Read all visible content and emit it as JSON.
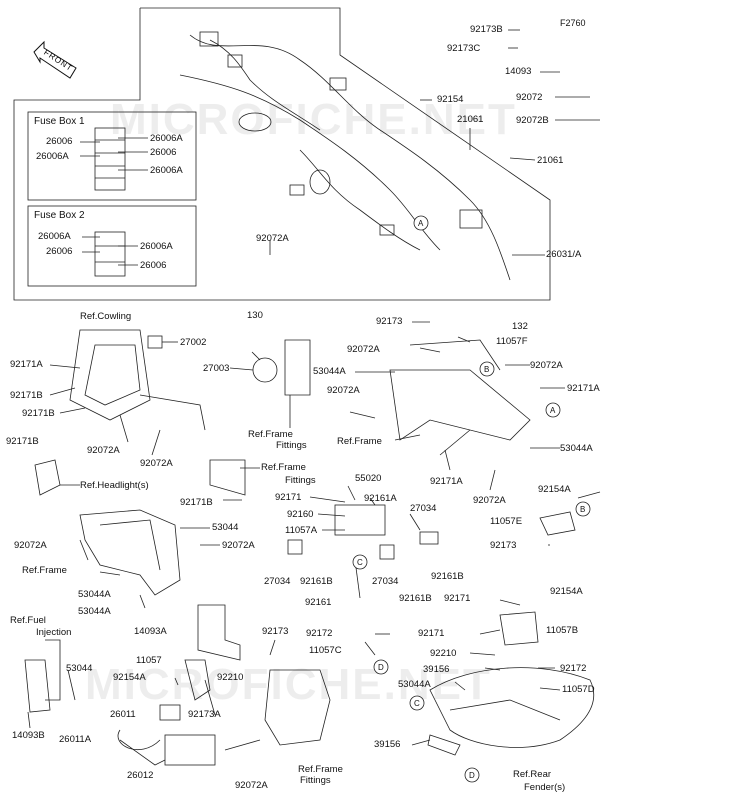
{
  "figure_code": "F2760",
  "front_label": "FRONT",
  "watermark": "MICROFICHE.NET",
  "fuse_box_1": {
    "title": "Fuse Box 1",
    "labels": [
      "26006",
      "26006A",
      "26006A",
      "26006",
      "26006A"
    ]
  },
  "fuse_box_2": {
    "title": "Fuse Box 2",
    "labels": [
      "26006A",
      "26006",
      "26006A",
      "26006"
    ]
  },
  "parts": [
    {
      "id": "p1",
      "text": "92173B"
    },
    {
      "id": "p2",
      "text": "92173C"
    },
    {
      "id": "p3",
      "text": "14093"
    },
    {
      "id": "p4",
      "text": "92072"
    },
    {
      "id": "p5",
      "text": "92072B"
    },
    {
      "id": "p6",
      "text": "92154"
    },
    {
      "id": "p7",
      "text": "21061"
    },
    {
      "id": "p8",
      "text": "21061"
    },
    {
      "id": "p9",
      "text": "92072A"
    },
    {
      "id": "p10",
      "text": "26031/A"
    },
    {
      "id": "p11",
      "text": "Ref.Cowling"
    },
    {
      "id": "p12",
      "text": "27002"
    },
    {
      "id": "p13",
      "text": "92171A"
    },
    {
      "id": "p14",
      "text": "92171B"
    },
    {
      "id": "p15",
      "text": "92171B"
    },
    {
      "id": "p16",
      "text": "92171B"
    },
    {
      "id": "p17",
      "text": "92072A"
    },
    {
      "id": "p18",
      "text": "92072A"
    },
    {
      "id": "p19",
      "text": "Ref.Headlight(s)"
    },
    {
      "id": "p20",
      "text": "130"
    },
    {
      "id": "p21",
      "text": "27003"
    },
    {
      "id": "p22",
      "text": "Ref.Frame"
    },
    {
      "id": "p23",
      "text": "Fittings"
    },
    {
      "id": "p24",
      "text": "92173"
    },
    {
      "id": "p25",
      "text": "132"
    },
    {
      "id": "p26",
      "text": "11057F"
    },
    {
      "id": "p27",
      "text": "92072A"
    },
    {
      "id": "p28",
      "text": "92072A"
    },
    {
      "id": "p29",
      "text": "53044A"
    },
    {
      "id": "p30",
      "text": "92171A"
    },
    {
      "id": "p31",
      "text": "92072A"
    },
    {
      "id": "p32",
      "text": "Ref.Frame"
    },
    {
      "id": "p33",
      "text": "53044A"
    },
    {
      "id": "p34",
      "text": "92171A"
    },
    {
      "id": "p35",
      "text": "92072A"
    },
    {
      "id": "p36",
      "text": "Ref.Frame"
    },
    {
      "id": "p37",
      "text": "Fittings"
    },
    {
      "id": "p38",
      "text": "92171B"
    },
    {
      "id": "p39",
      "text": "55020"
    },
    {
      "id": "p40",
      "text": "92171"
    },
    {
      "id": "p41",
      "text": "92161A"
    },
    {
      "id": "p42",
      "text": "27034"
    },
    {
      "id": "p43",
      "text": "92160"
    },
    {
      "id": "p44",
      "text": "11057A"
    },
    {
      "id": "p45",
      "text": "92154A"
    },
    {
      "id": "p46",
      "text": "11057E"
    },
    {
      "id": "p47",
      "text": "92173"
    },
    {
      "id": "p48",
      "text": "53044"
    },
    {
      "id": "p49",
      "text": "92072A"
    },
    {
      "id": "p50",
      "text": "92072A"
    },
    {
      "id": "p51",
      "text": "Ref.Frame"
    },
    {
      "id": "p52",
      "text": "27034"
    },
    {
      "id": "p53",
      "text": "92161B"
    },
    {
      "id": "p54",
      "text": "27034"
    },
    {
      "id": "p55",
      "text": "92161B"
    },
    {
      "id": "p56",
      "text": "92161B"
    },
    {
      "id": "p57",
      "text": "53044A"
    },
    {
      "id": "p58",
      "text": "53044A"
    },
    {
      "id": "p59",
      "text": "92161"
    },
    {
      "id": "p60",
      "text": "92171"
    },
    {
      "id": "p61",
      "text": "92154A"
    },
    {
      "id": "p62",
      "text": "14093A"
    },
    {
      "id": "p63",
      "text": "Ref.Fuel"
    },
    {
      "id": "p64",
      "text": "Injection"
    },
    {
      "id": "p65",
      "text": "53044"
    },
    {
      "id": "p66",
      "text": "11057"
    },
    {
      "id": "p67",
      "text": "92154A"
    },
    {
      "id": "p68",
      "text": "92173"
    },
    {
      "id": "p69",
      "text": "92172"
    },
    {
      "id": "p70",
      "text": "92171"
    },
    {
      "id": "p71",
      "text": "11057B"
    },
    {
      "id": "p72",
      "text": "11057C"
    },
    {
      "id": "p73",
      "text": "92210"
    },
    {
      "id": "p74",
      "text": "92210"
    },
    {
      "id": "p75",
      "text": "92172"
    },
    {
      "id": "p76",
      "text": "39156"
    },
    {
      "id": "p77",
      "text": "53044A"
    },
    {
      "id": "p78",
      "text": "11057D"
    },
    {
      "id": "p79",
      "text": "26011"
    },
    {
      "id": "p80",
      "text": "92173A"
    },
    {
      "id": "p81",
      "text": "14093B"
    },
    {
      "id": "p82",
      "text": "26011A"
    },
    {
      "id": "p83",
      "text": "26012"
    },
    {
      "id": "p84",
      "text": "92072A"
    },
    {
      "id": "p85",
      "text": "Ref.Frame"
    },
    {
      "id": "p86",
      "text": "Fittings"
    },
    {
      "id": "p87",
      "text": "39156"
    },
    {
      "id": "p88",
      "text": "Ref.Rear"
    },
    {
      "id": "p89",
      "text": "Fender(s)"
    }
  ],
  "callouts": [
    "A",
    "A",
    "B",
    "B",
    "C",
    "C",
    "D",
    "D"
  ]
}
